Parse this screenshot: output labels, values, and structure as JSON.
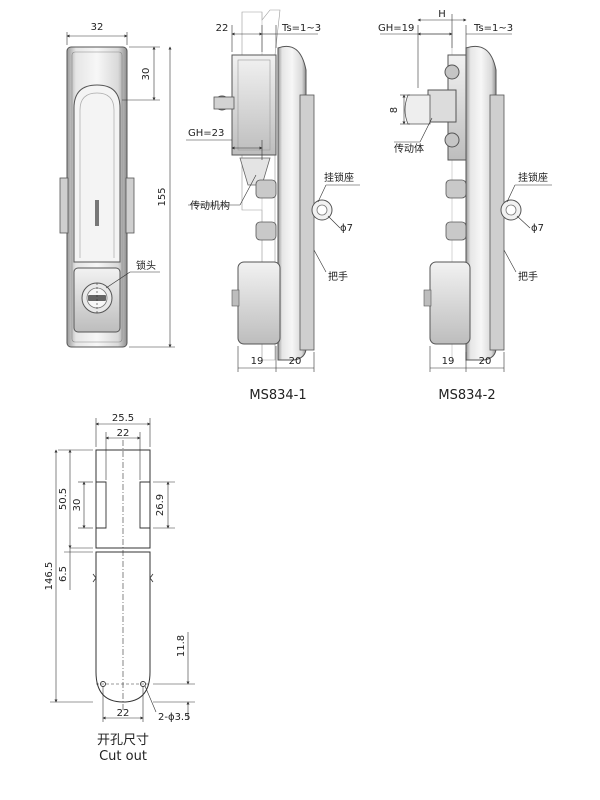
{
  "front_view": {
    "dim_width": "32",
    "dim_top": "30",
    "dim_height": "155",
    "label_lock_head": "锁头"
  },
  "side_view_1": {
    "dim_22": "22",
    "dim_ts": "Ts=1~3",
    "dim_gh": "GH=23",
    "label_mechanism": "传动机构",
    "label_padlock_seat": "挂锁座",
    "dim_dia": "ϕ7",
    "label_handle": "把手",
    "dim_19": "19",
    "dim_20": "20",
    "caption": "MS834-1"
  },
  "side_view_2": {
    "dim_gh": "GH=19",
    "dim_h": "H",
    "dim_ts": "Ts=1~3",
    "dim_8": "8",
    "label_driver": "传动体",
    "label_padlock_seat": "挂锁座",
    "dim_dia": "ϕ7",
    "label_handle": "把手",
    "dim_19": "19",
    "dim_20": "20",
    "caption": "MS834-2"
  },
  "cutout": {
    "dim_25_5": "25.5",
    "dim_22_top": "22",
    "dim_50_5": "50.5",
    "dim_30": "30",
    "dim_26_9": "26.9",
    "dim_146_5": "146.5",
    "dim_6_5": "6.5",
    "dim_11_8": "11.8",
    "dim_22_bottom": "22",
    "dim_holes": "2-ϕ3.5",
    "title_cn": "开孔尺寸",
    "title_en": "Cut out"
  }
}
